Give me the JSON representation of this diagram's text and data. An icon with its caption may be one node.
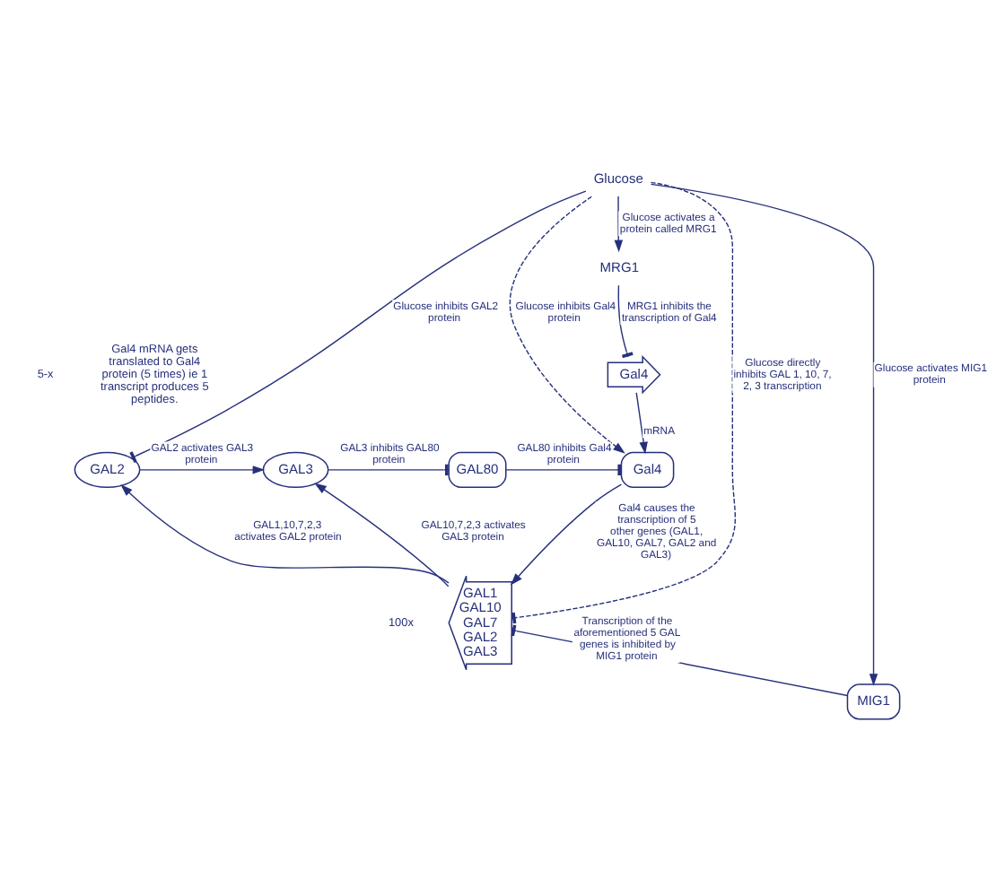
{
  "diagram": {
    "nodes": [
      {
        "text": [
          "Glucose"
        ]
      },
      {
        "text": [
          "MRG1"
        ]
      },
      {
        "text": [
          "Gal4"
        ]
      },
      {
        "text": [
          "GAL2"
        ]
      },
      {
        "text": [
          "GAL3"
        ]
      },
      {
        "text": [
          "GAL80"
        ]
      },
      {
        "text": [
          "Gal4"
        ]
      },
      {
        "text": [
          "GAL1",
          "GAL10",
          "GAL7",
          "GAL2",
          "GAL3"
        ]
      },
      {
        "text": [
          "MIG1"
        ]
      }
    ],
    "edges": [
      {
        "from": 0,
        "to": 1,
        "arrow": "to",
        "label": "Glucose activates a protein called MRG1"
      },
      {
        "from": 1,
        "to": 2,
        "arrow": "other",
        "label": "MRG1 inhibits the transcription of Gal4"
      },
      {
        "from": 0,
        "to": 3,
        "arrow": "other",
        "label": "Glucose inhibits GAL2 protein"
      },
      {
        "from": 3,
        "to": 4,
        "arrow": "to",
        "label": "GAL2 activates GAL3 protein"
      },
      {
        "from": 4,
        "to": 5,
        "arrow": "other",
        "label": "GAL3 inhibits GAL80 protein"
      },
      {
        "from": 5,
        "to": 6,
        "arrow": "other",
        "label": "GAL80 inhibits Gal4 protein"
      },
      {
        "from": 2,
        "to": 6,
        "arrow": "to",
        "label": "mRNA"
      },
      {
        "from": 0,
        "to": 6,
        "arrow": "to",
        "style": "dashed",
        "label": "Glucose inhibits Gal4 protein"
      },
      {
        "from": 6,
        "to": 7,
        "arrow": "to",
        "label": "Gal4 causes the transcription of 5 other genes (GAL1, GAL10, GAL7, GAL2 and GAL3)"
      },
      {
        "from": 0,
        "to": 7,
        "arrow": "other",
        "style": "dashed",
        "label": "Glucose directly inhibits GAL 1, 10, 7, 2, 3 transcription"
      },
      {
        "from": 8,
        "to": 7,
        "arrow": "other",
        "label": "Transcription of the aforementioned 5 GAL genes is inhibited by MIG1 protein"
      },
      {
        "from": 0,
        "to": 8,
        "arrow": "to",
        "label": "Glucose activates MIG1 protein"
      },
      {
        "from": 7,
        "to": 3,
        "arrow": "to",
        "label": "GAL1,10,7,2,3 activates GAL2 protein"
      },
      {
        "from": 7,
        "to": 4,
        "arrow": "to",
        "label": "GAL10,7,2,3 activates GAL3 protein"
      }
    ],
    "labels": [
      "5-x",
      "Gal4 mRNA gets translated to Gal4 protein (5 times) ie 1 transcript produces 5 peptides.",
      "100x"
    ]
  }
}
